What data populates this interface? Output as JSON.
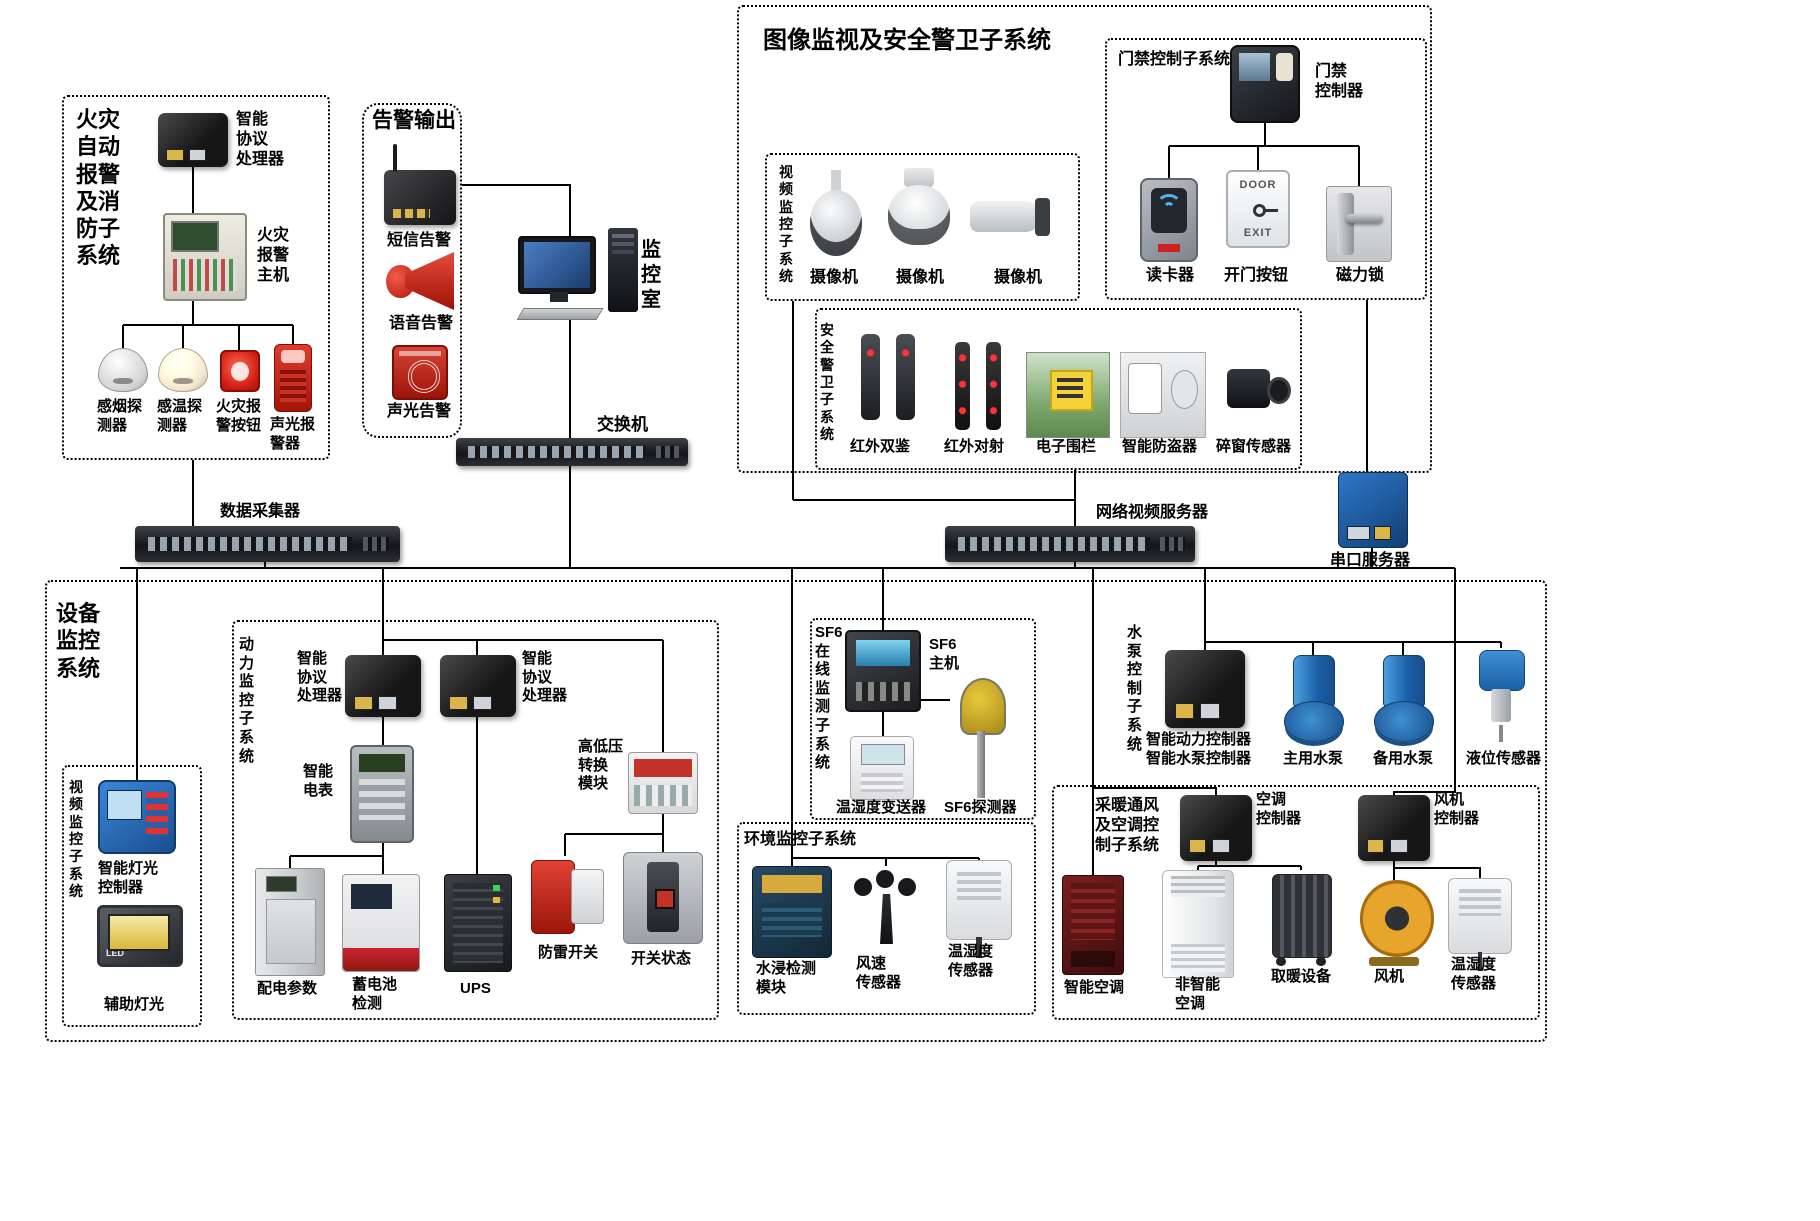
{
  "fire": {
    "title": "火灾\n自动\n报警\n及消\n防子\n系统",
    "processor": "智能\n协议\n处理器",
    "host": "火灾\n报警\n主机",
    "smoke_detector": "感烟探\n测器",
    "temp_detector": "感温探\n测器",
    "alarm_button": "火灾报\n警按钮",
    "sound_light": "声光报\n警器"
  },
  "alarm_output": {
    "title": "告警输出",
    "sms": "短信告警",
    "voice": "语音告警",
    "sound_light": "声光告警"
  },
  "control_room": "监\n控\n室",
  "core_switch": "交换机",
  "image_security": {
    "title": "图像监视及安全警卫子系统",
    "access": {
      "title": "门禁控制子系统",
      "controller": "门禁\n控制器",
      "reader": "读卡器",
      "open_button": "开门按钮",
      "door_text": "DOOR",
      "exit_text": "EXIT",
      "mag_lock": "磁力锁"
    },
    "video": {
      "title": "视\n频\n监\n控\n子\n系\n统",
      "camera1": "摄像机",
      "camera2": "摄像机",
      "camera3": "摄像机"
    },
    "guard": {
      "title": "安\n全\n警\n卫\n子\n系\n统",
      "ir_dual": "红外双鉴",
      "ir_beam": "红外对射",
      "fence": "电子围栏",
      "anti_theft": "智能防盗器",
      "glass_break": "碎窗传感器"
    }
  },
  "collector": "数据采集器",
  "nvr": "网络视频服务器",
  "serial_server": "串口服务器",
  "equipment": {
    "title": "设备\n监控\n系统",
    "video": {
      "title": "视\n频\n监\n控\n子\n系\n统",
      "light_controller": "智能灯光\n控制器",
      "aux_light": "辅助灯光",
      "led": "LED"
    },
    "power": {
      "title": "动\n力\n监\n控\n子\n系\n统",
      "processor_left": "智能\n协议\n处理器",
      "processor_right": "智能\n协议\n处理器",
      "meter": "智能\n电表",
      "hv_module": "高低压\n转换\n模块",
      "distribution": "配电参数",
      "battery": "蓄电池\n检测",
      "ups": "UPS",
      "surge": "防雷开关",
      "switch_status": "开关状态"
    },
    "sf6": {
      "title": "SF6\n在\n线\n监\n测\n子\n系\n统",
      "host": "SF6\n主机",
      "transmitter": "温湿度变送器",
      "detector": "SF6探测器"
    },
    "env": {
      "title": "环境监控子系统",
      "water": "水浸检测\n模块",
      "wind": "风速\n传感器",
      "th": "温湿度\n传感器"
    },
    "pump": {
      "title": "水\n泵\n控\n制\n子\n系\n统",
      "controller": "智能动力控制器\n智能水泵控制器",
      "main_pump": "主用水泵",
      "backup_pump": "备用水泵",
      "level": "液位传感器"
    },
    "hvac": {
      "title": "采暖通风\n及空调控\n制子系统",
      "ac_controller": "空调\n控制器",
      "fan_controller": "风机\n控制器",
      "smart_ac": "智能空调",
      "plain_ac": "非智能\n空调",
      "heater": "取暖设备",
      "fan": "风机",
      "th": "温湿度\n传感器"
    }
  }
}
